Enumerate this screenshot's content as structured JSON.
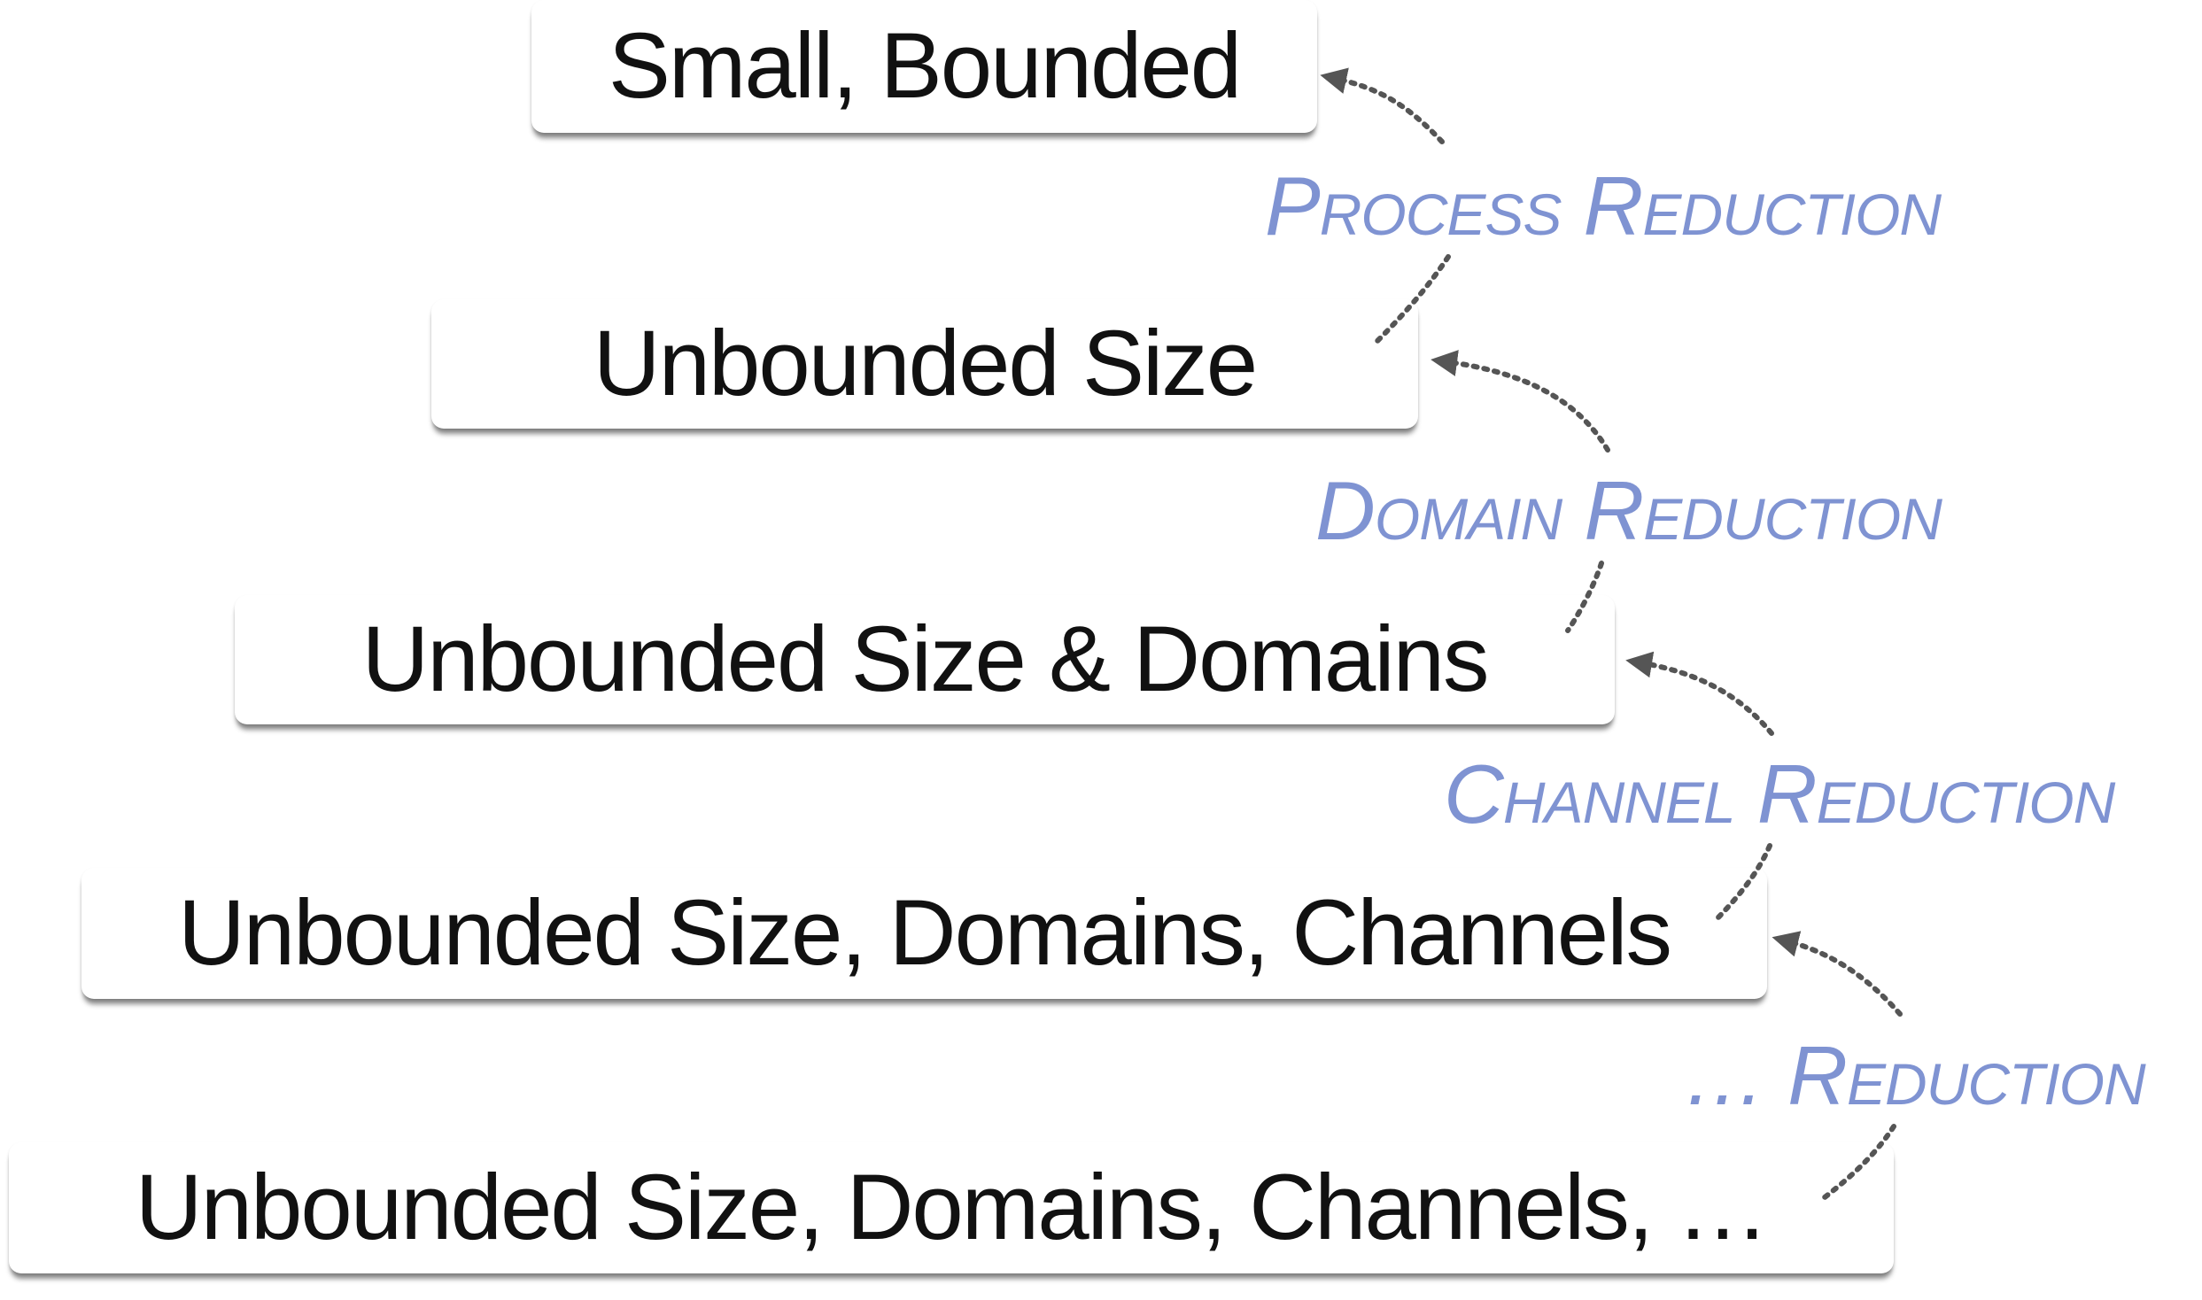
{
  "levels": [
    "Small, Bounded",
    "Unbounded Size",
    "Unbounded Size & Domains",
    "Unbounded Size, Domains, Channels",
    "Unbounded Size, Domains, Channels, …"
  ],
  "reductions": [
    "Process Reduction",
    "Domain Reduction",
    "Channel Reduction",
    "… Reduction"
  ],
  "colors": {
    "reduction_text": "#7f93d2",
    "arrow": "#555555",
    "box_text": "#111111"
  }
}
